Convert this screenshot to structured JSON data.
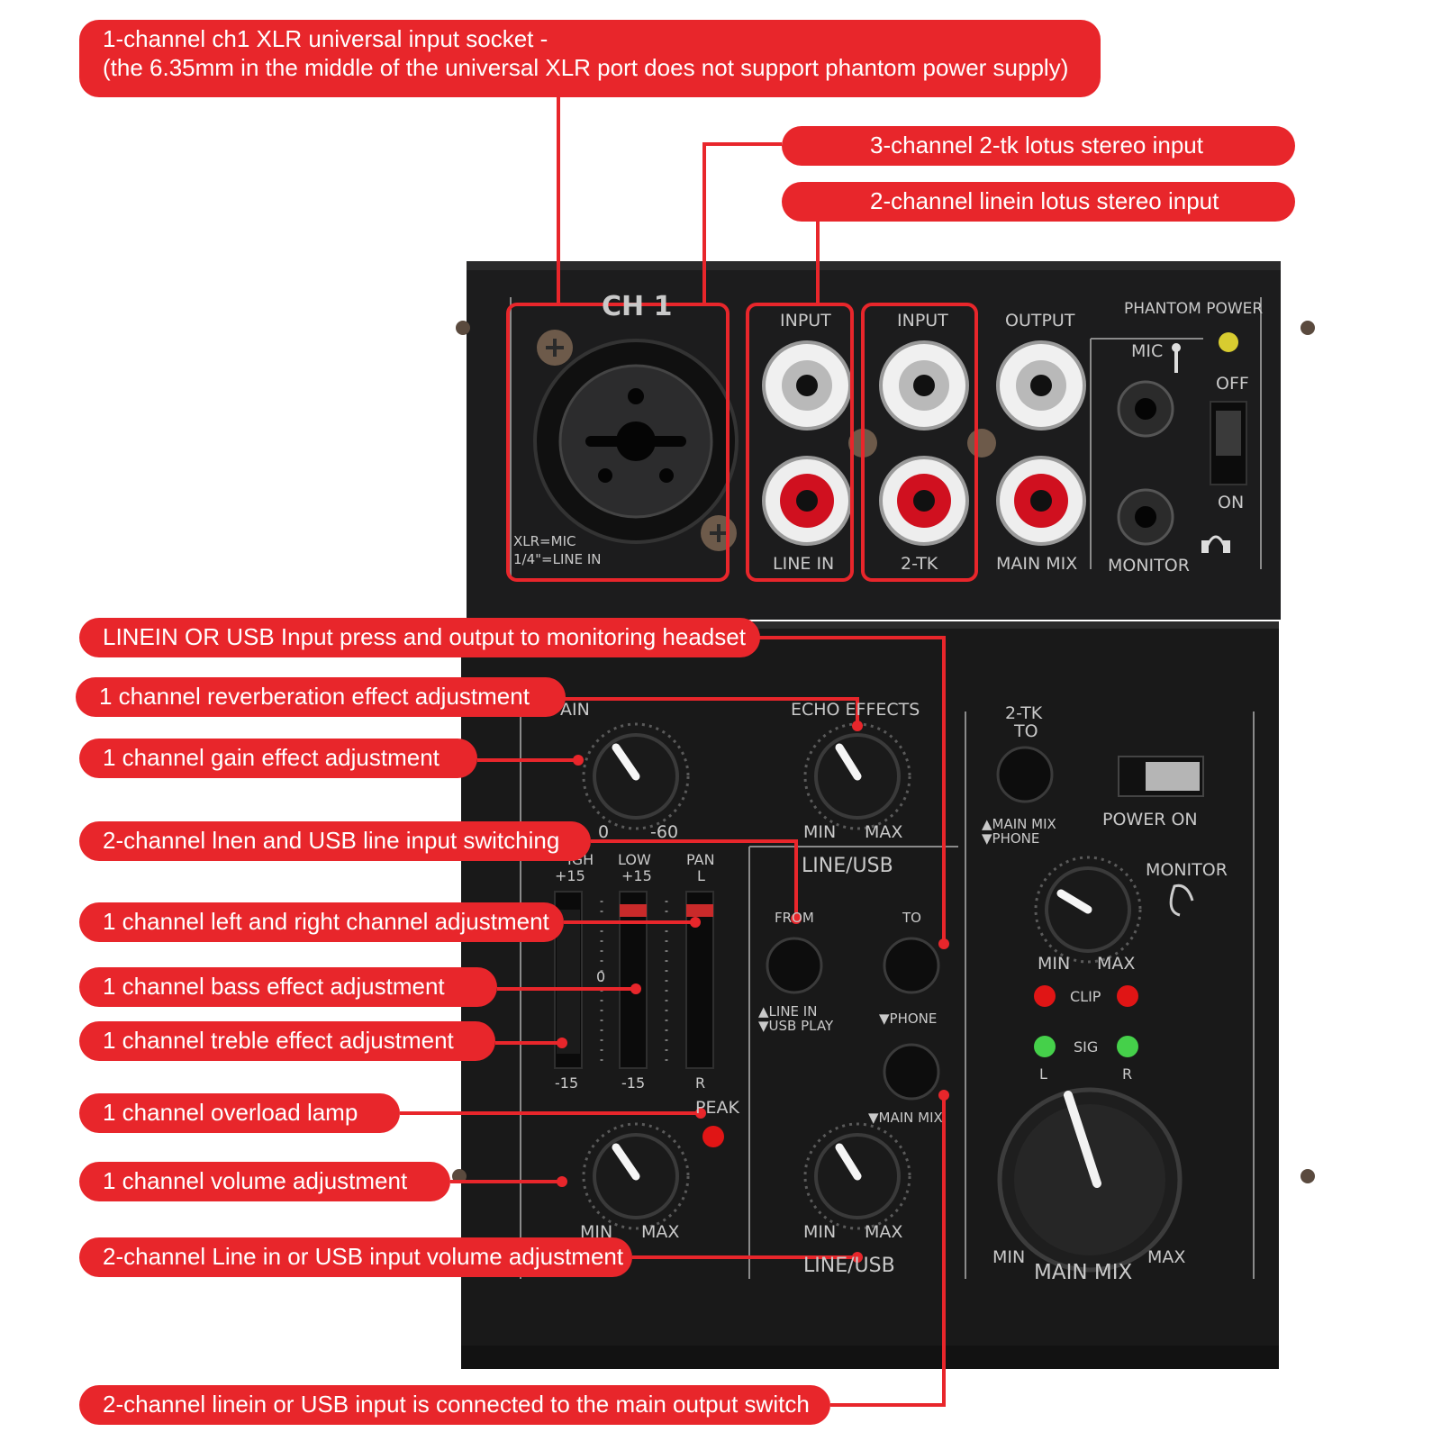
{
  "callouts": {
    "xlr": {
      "line1": "1-channel ch1 XLR universal input socket -",
      "line2": "(the 6.35mm in the middle of the universal XLR port does not support phantom power supply)"
    },
    "tk_input": "3-channel 2-tk lotus stereo input",
    "linein_input": "2-channel linein lotus stereo input",
    "monitor_press": "LINEIN OR USB Input press and output to monitoring headset",
    "reverb": "1 channel reverberation effect adjustment",
    "gain": "1 channel gain effect adjustment",
    "line_usb_switch": "2-channel lnen and USB line input switching",
    "pan": "1 channel left and right channel adjustment",
    "bass": "1 channel bass effect adjustment",
    "treble": "1 channel treble effect adjustment",
    "overload": "1 channel overload lamp",
    "volume": "1 channel volume adjustment",
    "line_usb_volume": "2-channel Line in or USB input volume adjustment",
    "main_switch": "2-channel linein or USB input is connected to the main output switch"
  },
  "panel": {
    "ch1": "CH 1",
    "xlr_mic": "XLR=MIC",
    "line_in_quarter": "1/4\"=LINE IN",
    "input1": "INPUT",
    "input2": "INPUT",
    "output": "OUTPUT",
    "line_in": "LINE IN",
    "two_tk": "2-TK",
    "main_mix_jack": "MAIN MIX",
    "phantom_power": "PHANTOM POWER",
    "mic": "MIC",
    "off": "OFF",
    "on": "ON",
    "monitor_jack": "MONITOR",
    "gain_partial": "AIN",
    "gain_0": "0",
    "gain_60": "-60",
    "echo_effects": "ECHO EFFECTS",
    "echo_min": "MIN",
    "echo_max": "MAX",
    "high_a": "IGH",
    "high_b": "+15",
    "low_a": "LOW",
    "low_b": "+15",
    "pan_a": "PAN",
    "pan_b": "L",
    "zero": "0",
    "minus15_a": "-15",
    "minus15_b": "-15",
    "pan_r": "R",
    "peak": "PEAK",
    "vol_min": "MIN",
    "vol_max": "MAX",
    "line_usb_head": "LINE/USB",
    "from": "FROM",
    "to": "TO",
    "line_in_a": "▲LINE IN",
    "usb_play": "▼USB PLAY",
    "phone": "▼PHONE",
    "main_mix_sw": "▼MAIN MIX",
    "lu_min": "MIN",
    "lu_max": "MAX",
    "line_usb_foot": "LINE/USB",
    "tk_to_a": "2-TK",
    "tk_to_b": "TO",
    "tk_main_mix": "▲MAIN MIX",
    "tk_phone": "▼PHONE",
    "power_on": "POWER ON",
    "monitor_knob": "MONITOR",
    "mon_min": "MIN",
    "mon_max": "MAX",
    "clip": "CLIP",
    "sig": "SIG",
    "led_l": "L",
    "led_r": "R",
    "main_min": "MIN",
    "main_max": "MAX",
    "main_mix_label": "MAIN MIX"
  },
  "colors": {
    "callout_red": "#e8262b",
    "panel": "#1b1b1c",
    "jack_red": "#d0101f",
    "led_red": "#e01515",
    "led_green": "#45d04a",
    "phantom_led": "#d8cc30"
  }
}
